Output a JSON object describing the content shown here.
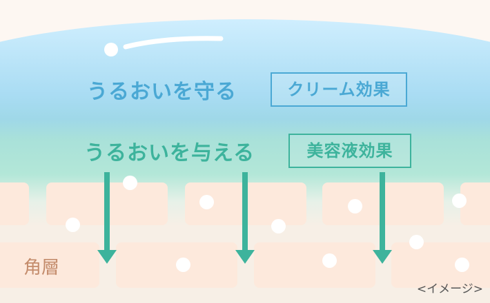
{
  "headlines": {
    "protect": "うるおいを守る",
    "protect_badge": "クリーム効果",
    "give": "うるおいを与える",
    "give_badge": "美容液効果"
  },
  "layer_label": "角層",
  "caption": "<イメージ>",
  "colors": {
    "sky_blue": "#4aa8d4",
    "mint_green": "#3db39c",
    "skin_cell": "#fde9dc",
    "layer_text": "#c48c6c",
    "bubble": "#ffffff"
  }
}
